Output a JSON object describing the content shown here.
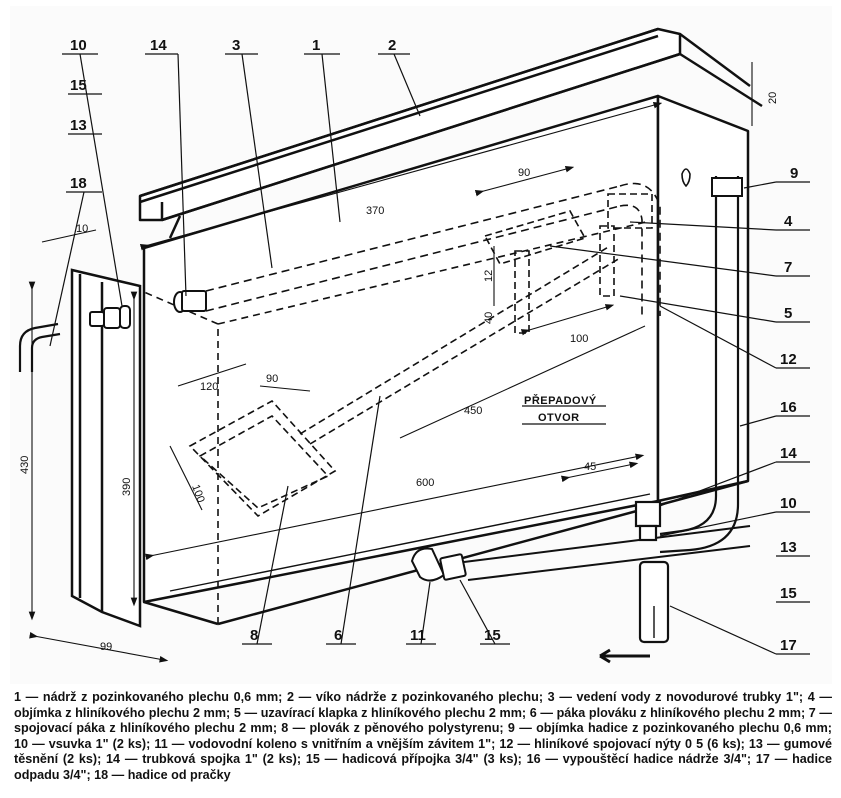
{
  "diagram": {
    "callouts": {
      "c10_top": "10",
      "c14_top": "14",
      "c3": "3",
      "c1": "1",
      "c2": "2",
      "c15_left": "15",
      "c13_left": "13",
      "c18": "18",
      "c9": "9",
      "c4": "4",
      "c7": "7",
      "c5": "5",
      "c12": "12",
      "c16": "16",
      "c14_right": "14",
      "c10_right": "10",
      "c13_right": "13",
      "c15_right": "15",
      "c17": "17",
      "c8": "8",
      "c6": "6",
      "c11": "11",
      "c15_bottom": "15"
    },
    "dimensions": {
      "d20": "20",
      "d90_top": "90",
      "d370": "370",
      "d12": "12",
      "d40": "40",
      "d100_mid": "100",
      "d450": "450",
      "d120": "120",
      "d90_float": "90",
      "d100_float": "100",
      "d600": "600",
      "d45": "45",
      "d390": "390",
      "d430": "430",
      "d10": "10",
      "d99": "99"
    },
    "overflow_label": [
      "PŘEPADOVÝ",
      "OTVOR"
    ]
  },
  "caption": "1 — nádrž z pozinkovaného plechu 0,6 mm; 2 — víko nádrže z pozinkovaného plechu; 3 — vedení vody z novodurové trubky 1\"; 4 — objímka z hliníkového plechu 2 mm; 5 — uzavírací klapka z hliníkového plechu 2 mm; 6 — páka plováku z hliníkového plechu 2 mm; 7 — spojovací páka z hliníkového plechu 2 mm; 8 — plovák z pěnového polystyrenu; 9 — objímka hadice z pozinkovaného plechu 0,6 mm; 10 — vsuvka 1\" (2 ks); 11 — vodovodní koleno s vnitřním a vnějším závitem 1\"; 12 — hliníkové spojovací nýty 0 5 (6 ks); 13 — gumové těsnění (2 ks); 14 — trubková spojka 1\" (2 ks); 15 — hadicová přípojka 3/4\" (3 ks); 16 — vypouštěcí hadice nádrže 3/4\"; 17 — hadice odpadu 3/4\"; 18 — hadice od pračky"
}
